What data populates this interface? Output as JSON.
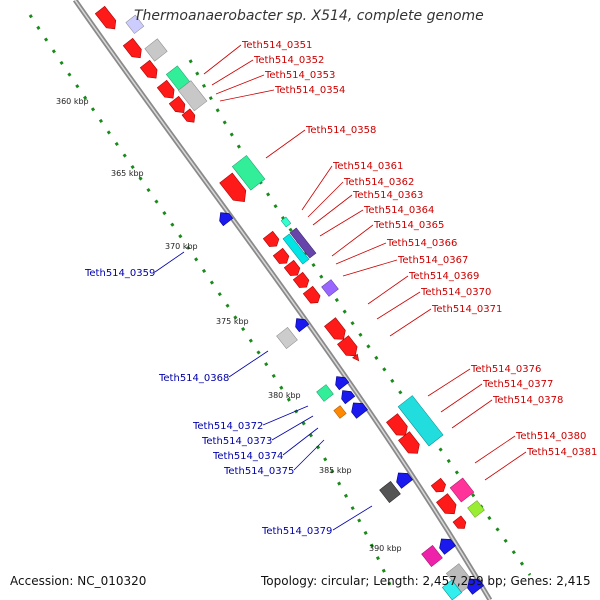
{
  "title": "Thermoanaerobacter sp. X514, complete genome",
  "footer": {
    "accession": "Accession: NC_010320",
    "topology": "Topology: circular; Length: 2,457,259 bp; Genes: 2,415"
  },
  "colors": {
    "forward_label": "#cc0000",
    "reverse_label": "#0000aa",
    "scale_dots": "#1a8a1a",
    "backbone": "#999999"
  },
  "kbp_marks": [
    "360 kbp",
    "365 kbp",
    "370 kbp",
    "375 kbp",
    "380 kbp",
    "385 kbp",
    "390 kbp"
  ],
  "forward_genes": [
    "Teth514_0351",
    "Teth514_0352",
    "Teth514_0353",
    "Teth514_0354",
    "Teth514_0358",
    "Teth514_0361",
    "Teth514_0362",
    "Teth514_0363",
    "Teth514_0364",
    "Teth514_0365",
    "Teth514_0366",
    "Teth514_0367",
    "Teth514_0369",
    "Teth514_0370",
    "Teth514_0371",
    "Teth514_0376",
    "Teth514_0377",
    "Teth514_0378",
    "Teth514_0380",
    "Teth514_0381"
  ],
  "reverse_genes": [
    "Teth514_0359",
    "Teth514_0368",
    "Teth514_0372",
    "Teth514_0373",
    "Teth514_0374",
    "Teth514_0375",
    "Teth514_0379"
  ]
}
